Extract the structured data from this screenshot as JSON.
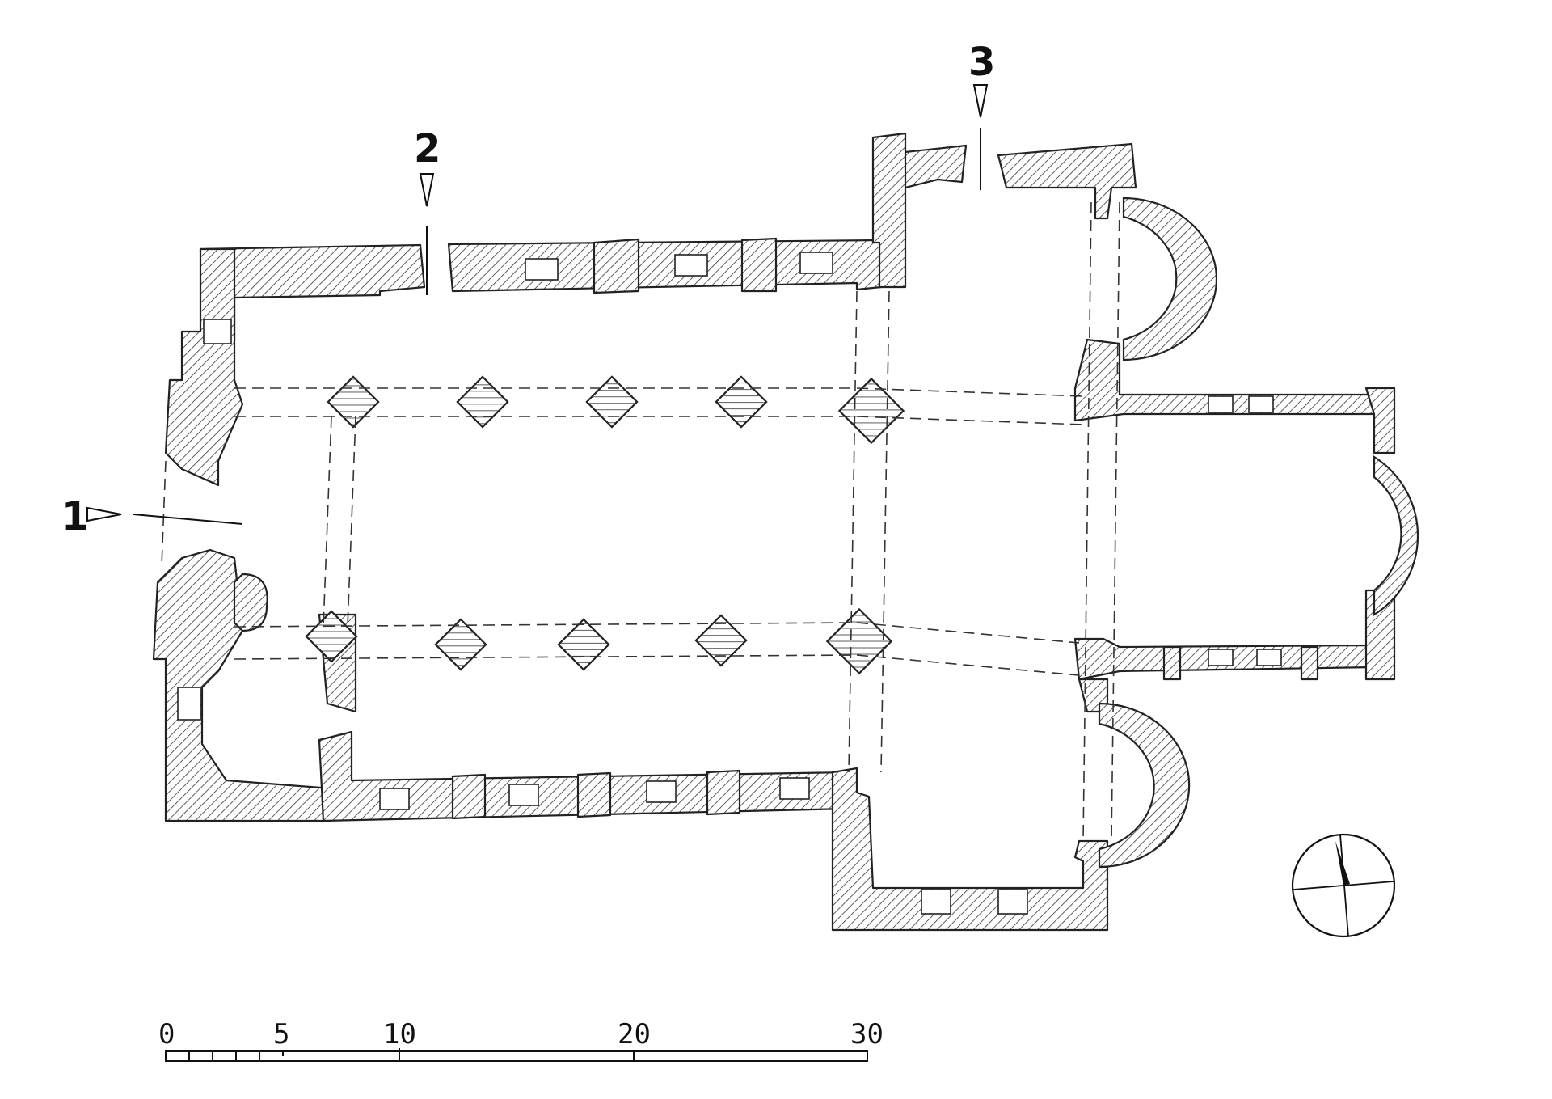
{
  "section_markers": [
    {
      "id": "1",
      "label": "1"
    },
    {
      "id": "2",
      "label": "2"
    },
    {
      "id": "3",
      "label": "3"
    }
  ],
  "scale_bar": {
    "ticks": [
      "0",
      "5",
      "10",
      "20",
      "30"
    ]
  },
  "north_arrow": {
    "icon": "north-arrow-icon"
  },
  "colors": {
    "ink": "#222222",
    "paper": "#ffffff"
  }
}
